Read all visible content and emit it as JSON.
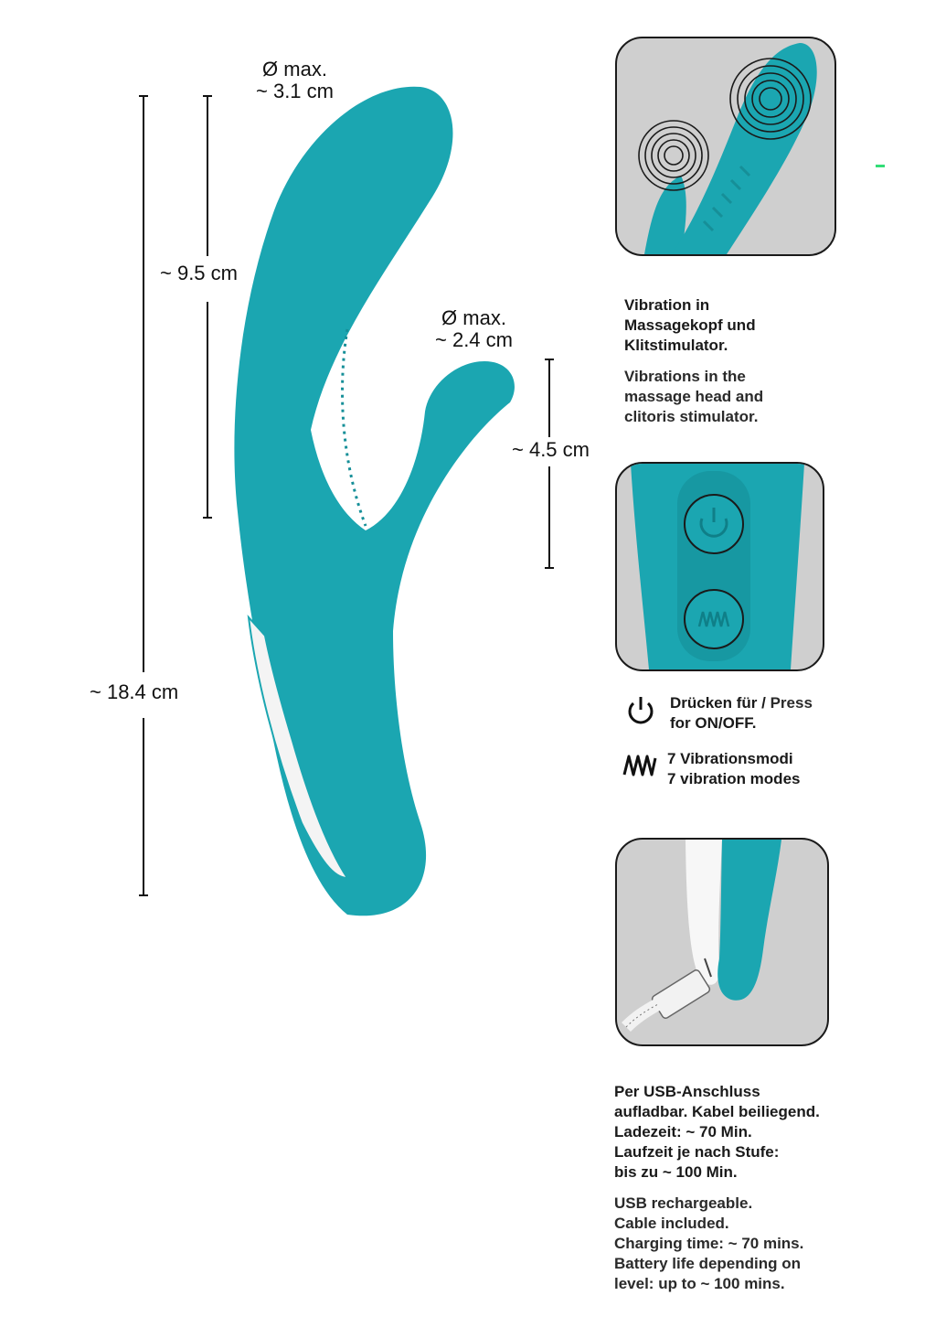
{
  "dimensions": {
    "large_head_diameter": {
      "line1": "Ø max.",
      "line2": "~ 3.1 cm"
    },
    "small_head_diameter": {
      "line1": "Ø max.",
      "line2": "~ 2.4 cm"
    },
    "upper_length": "~ 9.5 cm",
    "clit_arm_length": "~ 4.5 cm",
    "total_length": "~ 18.4 cm"
  },
  "vibration_text": {
    "de": [
      "Vibration in",
      "Massagekopf und",
      "Klitstimulator."
    ],
    "en": [
      "Vibrations in the",
      "massage head and",
      "clitoris stimulator."
    ]
  },
  "controls": {
    "power": {
      "icon": "power-icon",
      "de": "Drücken für / ",
      "en_inline": "Press",
      "en": "for ON/OFF."
    },
    "modes": {
      "icon": "vibration-wave-icon",
      "de": "7 Vibrationsmodi",
      "en": "7 vibration modes"
    }
  },
  "charging_text": {
    "de": [
      "Per USB-Anschluss",
      "aufladbar. Kabel beiliegend.",
      "Ladezeit: ~ 70 Min.",
      "Laufzeit je nach Stufe:",
      "bis zu ~ 100 Min."
    ],
    "en": [
      "USB rechargeable.",
      "Cable included.",
      "Charging time: ~ 70 mins.",
      "Battery life depending on",
      "level: up to ~ 100 mins."
    ]
  },
  "colors": {
    "product_teal": "#1ba6b1",
    "panel_gray": "#cfcfcf",
    "text": "#111111"
  }
}
